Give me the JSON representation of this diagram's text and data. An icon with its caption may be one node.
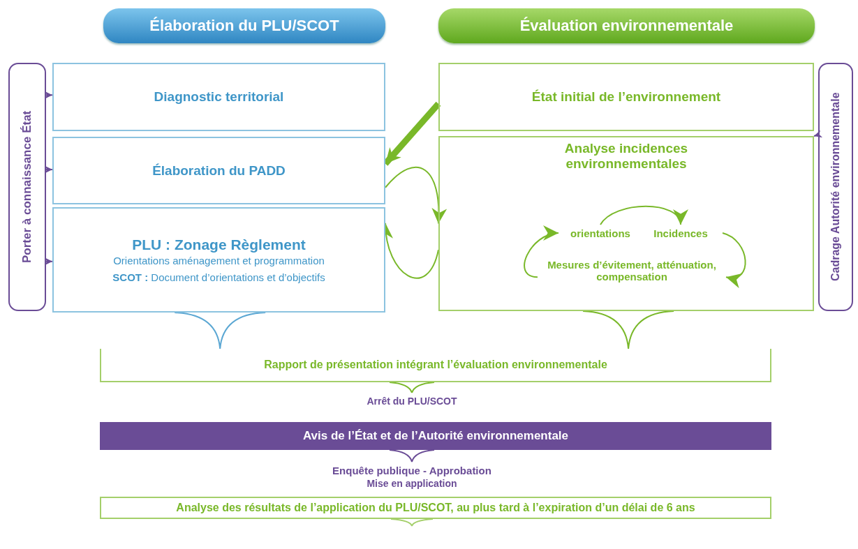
{
  "diagram": {
    "nodes": [
      {
        "text": [
          "Élaboration du PLU/SCOT"
        ]
      },
      {
        "text": [
          "Évaluation environnementale"
        ]
      },
      {
        "text": [
          "Porter à connaissance État"
        ]
      },
      {
        "text": [
          "Diagnostic territorial"
        ]
      },
      {
        "text": [
          "Élaboration du PADD"
        ]
      },
      {
        "text": [
          "PLU : Zonage Règlement",
          "Orientations aménagement et programmation",
          "**SCOT :** Document d’orientations et d’objectifs"
        ]
      },
      {
        "text": [
          "État initial de l’environnement"
        ]
      },
      {
        "text": [
          "Analyse incidences environnementales"
        ]
      },
      {
        "text": [
          "orientations"
        ],
        "in": 7
      },
      {
        "text": [
          "Incidences"
        ],
        "in": 7
      },
      {
        "text": [
          "Mesures d’évitement, atténuation, compensation"
        ],
        "in": 7
      },
      {
        "text": [
          "Cadrage Autorité environnementale"
        ]
      },
      {
        "text": [
          "Rapport de présentation intégrant l’évaluation environnementale"
        ]
      },
      {
        "text": [
          "Arrêt du PLU/SCOT"
        ]
      },
      {
        "text": [
          "Avis de l’État et de l’Autorité environnementale"
        ]
      },
      {
        "text": [
          "Enquête publique - Approbation",
          "Mise en application"
        ]
      },
      {
        "text": [
          "Analyse des résultats de l’application du PLU/SCOT, au plus tard à l’expiration d’un délai de 6 ans"
        ]
      }
    ],
    "edges": [
      {
        "from": 6,
        "to": 4,
        "arrow": "to",
        "style": "thick"
      },
      {
        "from": 4,
        "to": 7,
        "arrow": "to"
      },
      {
        "from": 7,
        "to": 5,
        "arrow": "to"
      },
      {
        "from": 2,
        "to": 3,
        "arrow": "to",
        "color": "#6a4c96"
      },
      {
        "from": 2,
        "to": 4,
        "arrow": "to",
        "color": "#6a4c96"
      },
      {
        "from": 2,
        "to": 5,
        "arrow": "to",
        "color": "#6a4c96"
      },
      {
        "from": 11,
        "to": 7,
        "arrow": "to",
        "color": "#6a4c96"
      },
      {
        "from": 8,
        "to": 9,
        "arrow": "to"
      },
      {
        "from": 9,
        "to": 10,
        "arrow": "to"
      },
      {
        "from": 10,
        "to": 8,
        "arrow": "to"
      },
      {
        "from": 5,
        "to": 12,
        "arrow": "none",
        "color": "#5ba7d3"
      },
      {
        "from": 7,
        "to": 12,
        "arrow": "none"
      },
      {
        "from": 12,
        "to": 13,
        "arrow": "none"
      },
      {
        "from": 14,
        "to": 15,
        "arrow": "none",
        "color": "#6a4c96"
      }
    ]
  }
}
